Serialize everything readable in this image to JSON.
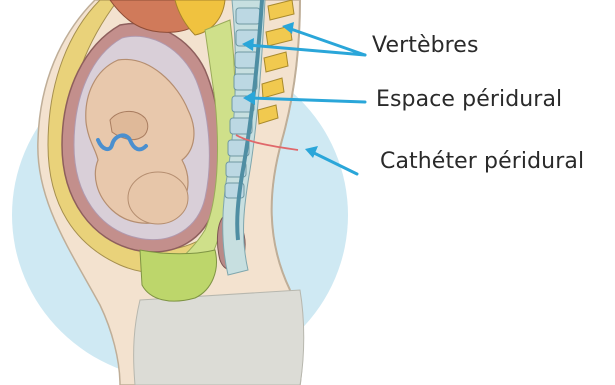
{
  "labels": {
    "vertebres": "Vertèbres",
    "espace": "Espace péridural",
    "catheter": "Cathéter péridural"
  },
  "colors": {
    "arrow": "#2aa6d9",
    "catheter": "#e0686b",
    "halo": "#cfe9f3",
    "skin": "#f3e2cf",
    "fetus": "#e8c8ac",
    "uterus": "#c38f8c",
    "bone": "#bcd8e3",
    "spine_fill": "#c7dfe0",
    "green": "#cfe08a"
  }
}
